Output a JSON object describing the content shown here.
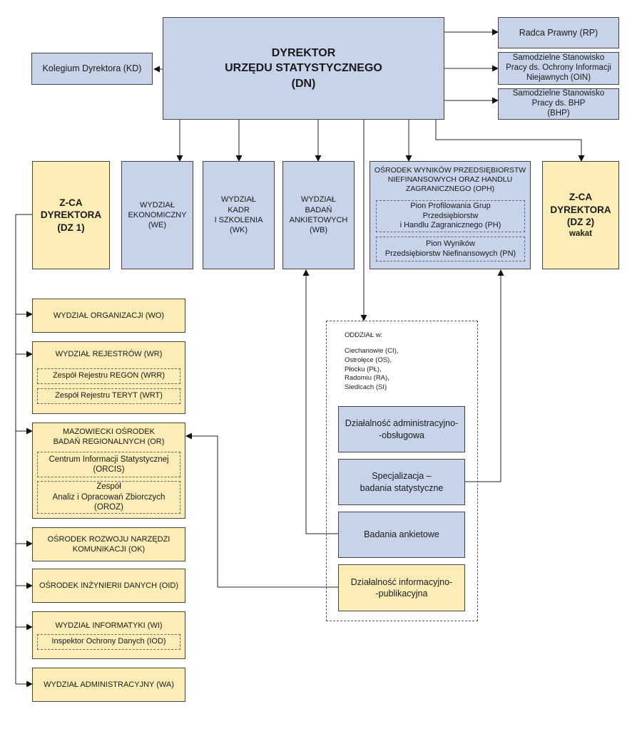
{
  "director": {
    "line1": "DYREKTOR",
    "line2": "URZĘDU STATYSTYCZNEGO",
    "line3": "(DN)"
  },
  "kolegium": "Kolegium Dyrektora (KD)",
  "right_units": {
    "rp": "Radca Prawny (RP)",
    "oin": "Samodzielne Stanowisko\nPracy ds. Ochrony Informacji\nNiejawnych (OIN)",
    "bhp": "Samodzielne Stanowisko\nPracy ds. BHP\n(BHP)"
  },
  "dz1": {
    "line1": "Z-CA",
    "line2": "DYREKTORA",
    "line3": "(DZ 1)"
  },
  "dz2": {
    "line1": "Z-CA",
    "line2": "DYREKTORA",
    "line3": "(DZ 2)",
    "line4": "wakat"
  },
  "departments": {
    "we": "WYDZIAŁ\nEKONOMICZNY\n(WE)",
    "wk": "WYDZIAŁ\nKADR\nI SZKOLENIA\n(WK)",
    "wb": "WYDZIAŁ\nBADAŃ\nANKIETOWYCH\n(WB)"
  },
  "oph": {
    "title": "OŚRODEK WYNIKÓW PRZEDSIĘBIORSTW\nNIEFINANSOWYCH ORAZ HANDLU\nZAGRANICZNEGO (OPH)",
    "ph": "Pion Profilowania Grup\nPrzedsiębiorstw\ni Handlu Zagranicznego (PH)",
    "pn": "Pion Wyników\nPrzedsiębiorstw Niefinansowych (PN)"
  },
  "left_units": {
    "wo": "WYDZIAŁ ORGANIZACJI (WO)",
    "wr": {
      "title": "WYDZIAŁ REJESTRÓW (WR)",
      "wrr": "Zespół Rejestru REGON (WRR)",
      "wrt": "Zespół Rejestru TERYT (WRT)"
    },
    "or": {
      "title": "MAZOWIECKI OŚRODEK\nBADAŃ REGIONALNYCH (OR)",
      "orcis": "Centrum Informacji Statystycznej\n(ORCIS)",
      "oroz": "Zespół\nAnaliz i Opracowań Zbiorczych\n(OROZ)"
    },
    "ok": "OŚRODEK ROZWOJU NARZĘDZI\nKOMUNIKACJI (OK)",
    "oid": "OŚRODEK INŻYNIERII DANYCH (OID)",
    "wi": {
      "title": "WYDZIAŁ INFORMATYKI (WI)",
      "iod": "Inspektor Ochrony Danych (IOD)"
    },
    "wa": "WYDZIAŁ ADMINISTRACYJNY (WA)"
  },
  "branch": {
    "label": "ODDZIAŁ w:",
    "cities": "Ciechanowie (CI),\nOstrołęce (OS),\nPłocku (PŁ),\nRadomiu (RA),\nSiedlcach (SI)",
    "admin": "Działalność administracyjno-\n-obsługowa",
    "spec": "Specjalizacja –\nbadania statystyczne",
    "ankiet": "Badania ankietowe",
    "info": "Działalność informacyjno-\n-publikacyjna"
  }
}
